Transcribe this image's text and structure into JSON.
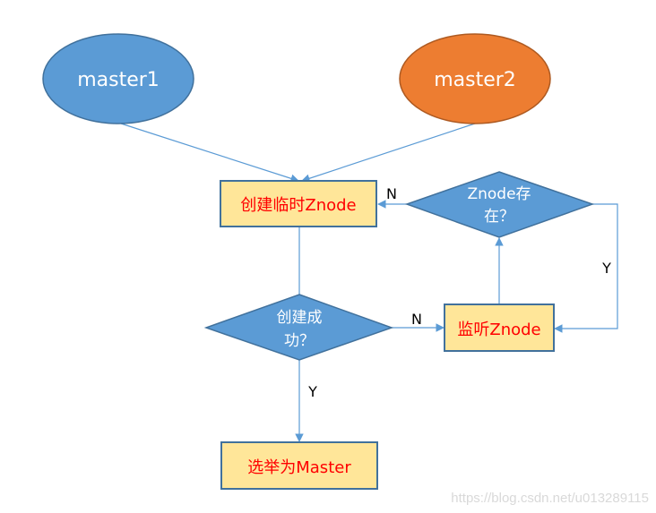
{
  "diagram": {
    "colors": {
      "blue_fill": "#5B9BD5",
      "blue_stroke": "#41719C",
      "orange_fill": "#ED7D31",
      "orange_stroke": "#AE5A21",
      "box_fill": "#FFE699",
      "box_stroke": "#41719C",
      "connector": "#5B9BD5",
      "box_text": "#FF0000",
      "shape_text": "#FFFFFF",
      "label_text": "#000000",
      "watermark": "#D9D9D9"
    },
    "nodes": {
      "master1": {
        "label": "master1"
      },
      "master2": {
        "label": "master2"
      },
      "create_temp_znode": {
        "label": "创建临时Znode"
      },
      "znode_exists": {
        "line1": "Znode存",
        "line2": "在？"
      },
      "create_success": {
        "line1": "创建成",
        "line2": "功？"
      },
      "watch_znode": {
        "label": "监听Znode"
      },
      "elect_master": {
        "label": "选举为Master"
      }
    },
    "edge_labels": {
      "exists_no": "N",
      "exists_yes": "Y",
      "success_no": "N",
      "success_yes": "Y"
    },
    "watermark": "https://blog.csdn.net/u013289115"
  }
}
